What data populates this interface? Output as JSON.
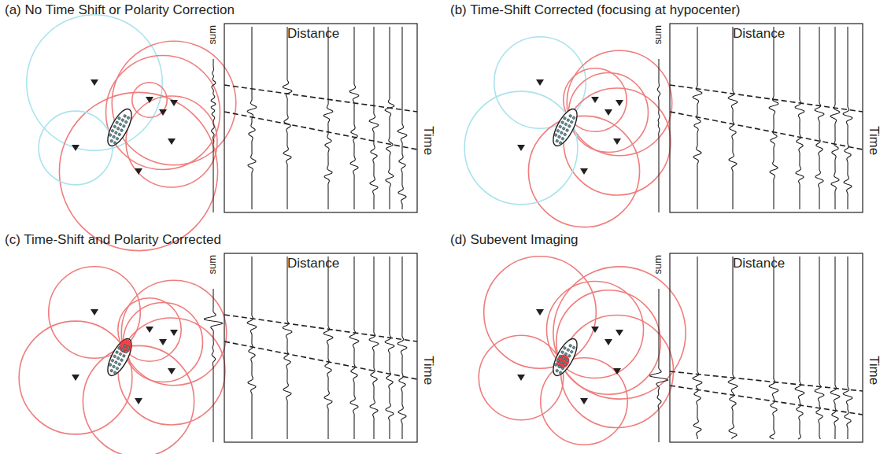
{
  "diagram": {
    "labels": [
      "(a) No Time Shift or Polarity Correction",
      "sum",
      "Distance",
      "Time",
      "(b) Time-Shift Corrected (focusing at hypocenter)",
      "sum",
      "Distance",
      "Time",
      "(c) Time-Shift and Polarity Corrected",
      "sum",
      "Distance",
      "Time",
      "(d) Subevent Imaging",
      "sum",
      "Distance",
      "Time"
    ]
  }
}
